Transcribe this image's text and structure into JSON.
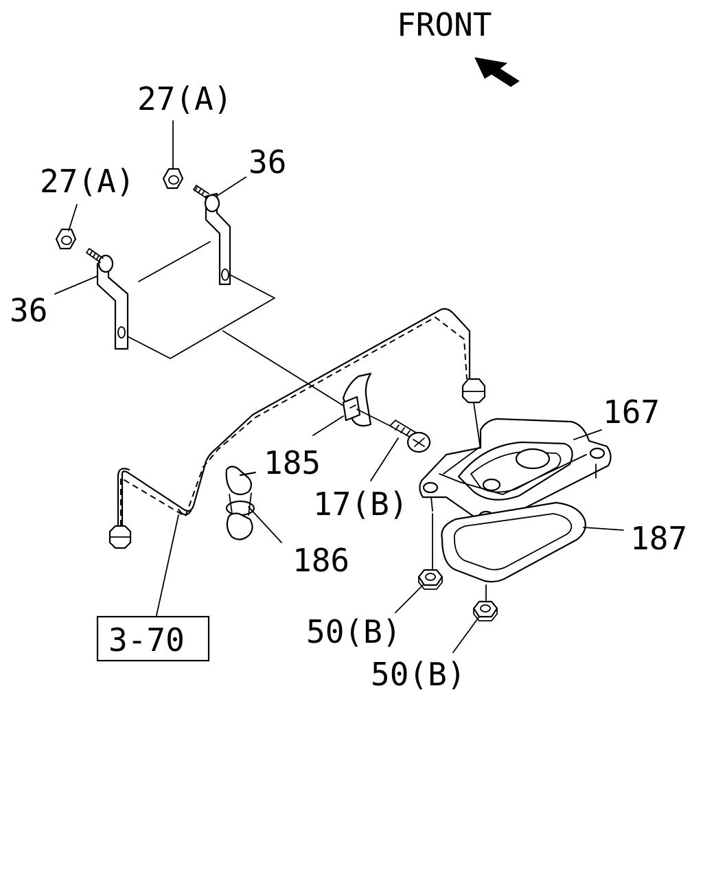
{
  "direction": {
    "label": "FRONT",
    "icon": "front-arrow-icon"
  },
  "callouts": {
    "nut_upper": "27(A)",
    "nut_left": "27(A)",
    "bolt_upper": "36",
    "bolt_left": "36",
    "gauge_unit": "167",
    "gasket": "187",
    "clamp": "185",
    "clip": "186",
    "screw": "17(B)",
    "nut_mid": "50(B)",
    "nut_low": "50(B)"
  },
  "reference": {
    "label": "3-70"
  }
}
